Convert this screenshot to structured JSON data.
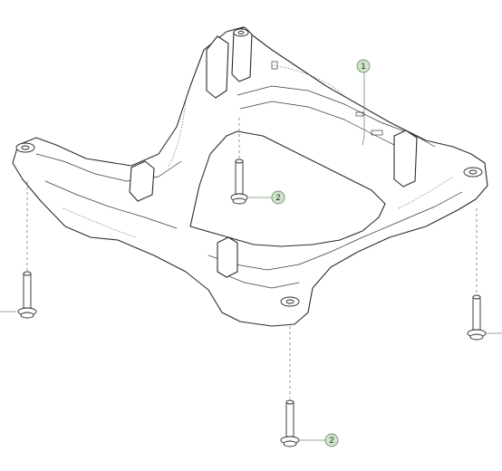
{
  "callouts": [
    {
      "label": "1",
      "part": "subframe"
    },
    {
      "label": "2",
      "part": "bolt"
    },
    {
      "label": "2",
      "part": "bolt"
    }
  ],
  "colors": {
    "callout_fill": "#cfe3cb",
    "callout_stroke": "#6f9a6c",
    "line": "#2b2b2b"
  }
}
